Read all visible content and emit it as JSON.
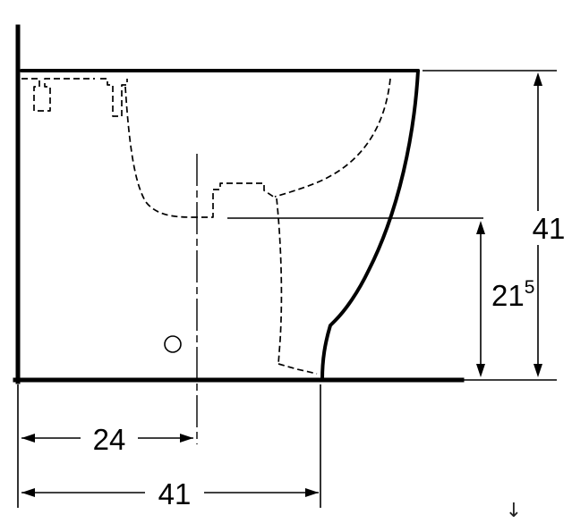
{
  "diagram": {
    "kind": "sanitary-fixture-side-elevation",
    "labels": {
      "dim_height_total": "41",
      "dim_height_rim_main": "21",
      "dim_height_rim_sup": "5",
      "dim_depth_center": "24",
      "dim_depth_total": "41",
      "scroll_arrow": "↓"
    },
    "colors": {
      "line": "#000000",
      "background": "#ffffff"
    }
  }
}
